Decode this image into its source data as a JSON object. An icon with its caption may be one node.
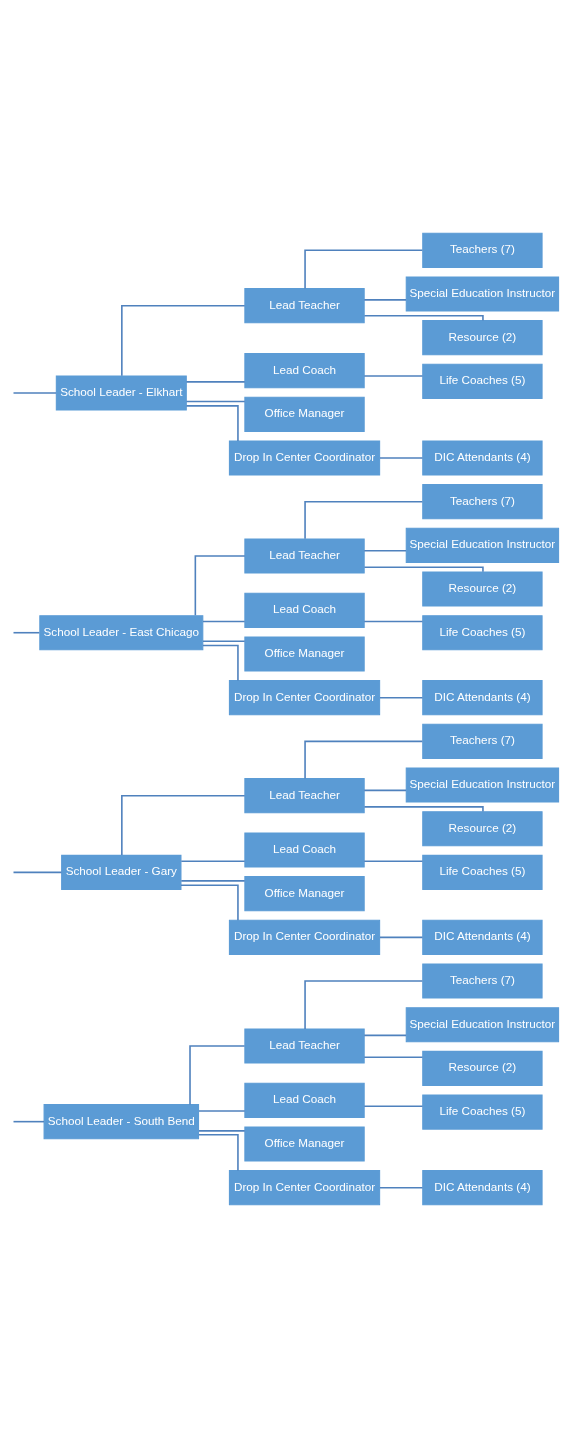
{
  "diagram": {
    "nodes": [
      {
        "text": [
          "School Leader - South Bend"
        ]
      },
      {
        "text": [
          "Lead Teacher"
        ]
      },
      {
        "text": [
          "Teachers (7)"
        ]
      },
      {
        "text": [
          "Special Education Instructor"
        ]
      },
      {
        "text": [
          "Resource (2)"
        ]
      },
      {
        "text": [
          "Lead Coach"
        ]
      },
      {
        "text": [
          "Life Coaches (5)"
        ]
      },
      {
        "text": [
          "Office Manager"
        ]
      },
      {
        "text": [
          "Drop In Center Coordinator"
        ]
      },
      {
        "text": [
          "DIC Attendants (4)"
        ]
      },
      {
        "text": [
          "School Leader - Gary"
        ]
      },
      {
        "text": [
          "Lead Teacher"
        ]
      },
      {
        "text": [
          "Teachers (7)"
        ]
      },
      {
        "text": [
          "Special Education Instructor"
        ]
      },
      {
        "text": [
          "Resource (2)"
        ]
      },
      {
        "text": [
          "Lead Coach"
        ]
      },
      {
        "text": [
          "Life Coaches (5)"
        ]
      },
      {
        "text": [
          "Office Manager"
        ]
      },
      {
        "text": [
          "Drop In Center Coordinator"
        ]
      },
      {
        "text": [
          "DIC Attendants (4)"
        ]
      },
      {
        "text": [
          "School Leader - East Chicago"
        ]
      },
      {
        "text": [
          "Lead Teacher"
        ]
      },
      {
        "text": [
          "Teachers (7)"
        ]
      },
      {
        "text": [
          "Special Education Instructor"
        ]
      },
      {
        "text": [
          "Resource (2)"
        ]
      },
      {
        "text": [
          "Lead Coach"
        ]
      },
      {
        "text": [
          "Life Coaches (5)"
        ]
      },
      {
        "text": [
          "Office Manager"
        ]
      },
      {
        "text": [
          "Drop In Center Coordinator"
        ]
      },
      {
        "text": [
          "DIC Attendants (4)"
        ]
      },
      {
        "text": [
          "School Leader - Elkhart"
        ]
      },
      {
        "text": [
          "Lead Teacher"
        ]
      },
      {
        "text": [
          "Teachers (7)"
        ]
      },
      {
        "text": [
          "Special Education Instructor"
        ]
      },
      {
        "text": [
          "Resource (2)"
        ]
      },
      {
        "text": [
          "Lead Coach"
        ]
      },
      {
        "text": [
          "Life Coaches (5)"
        ]
      },
      {
        "text": [
          "Office Manager"
        ]
      },
      {
        "text": [
          "Drop In Center Coordinator"
        ]
      },
      {
        "text": [
          "DIC Attendants (4)"
        ]
      }
    ],
    "edges": [
      {
        "from": null,
        "to": 0,
        "arrow": "none"
      },
      {
        "from": 0,
        "to": 1,
        "arrow": "none"
      },
      {
        "from": 1,
        "to": 2,
        "arrow": "none"
      },
      {
        "from": 1,
        "to": 3,
        "arrow": "none"
      },
      {
        "from": 1,
        "to": 4,
        "arrow": "none"
      },
      {
        "from": 0,
        "to": 5,
        "arrow": "none"
      },
      {
        "from": 5,
        "to": 6,
        "arrow": "none"
      },
      {
        "from": 0,
        "to": 7,
        "arrow": "none"
      },
      {
        "from": 0,
        "to": 8,
        "arrow": "none"
      },
      {
        "from": 8,
        "to": 9,
        "arrow": "none"
      },
      {
        "from": null,
        "to": 10,
        "arrow": "none"
      },
      {
        "from": 10,
        "to": 11,
        "arrow": "none"
      },
      {
        "from": 11,
        "to": 12,
        "arrow": "none"
      },
      {
        "from": 11,
        "to": 13,
        "arrow": "none"
      },
      {
        "from": 11,
        "to": 14,
        "arrow": "none"
      },
      {
        "from": 10,
        "to": 15,
        "arrow": "none"
      },
      {
        "from": 15,
        "to": 16,
        "arrow": "none"
      },
      {
        "from": 10,
        "to": 17,
        "arrow": "none"
      },
      {
        "from": 10,
        "to": 18,
        "arrow": "none"
      },
      {
        "from": 18,
        "to": 19,
        "arrow": "none"
      },
      {
        "from": null,
        "to": 20,
        "arrow": "none"
      },
      {
        "from": 20,
        "to": 21,
        "arrow": "none"
      },
      {
        "from": 21,
        "to": 22,
        "arrow": "none"
      },
      {
        "from": 21,
        "to": 23,
        "arrow": "none"
      },
      {
        "from": 21,
        "to": 24,
        "arrow": "none"
      },
      {
        "from": 20,
        "to": 25,
        "arrow": "none"
      },
      {
        "from": 25,
        "to": 26,
        "arrow": "none"
      },
      {
        "from": 20,
        "to": 27,
        "arrow": "none"
      },
      {
        "from": 20,
        "to": 28,
        "arrow": "none"
      },
      {
        "from": 28,
        "to": 29,
        "arrow": "none"
      },
      {
        "from": null,
        "to": 30,
        "arrow": "none"
      },
      {
        "from": 30,
        "to": 31,
        "arrow": "none"
      },
      {
        "from": 31,
        "to": 32,
        "arrow": "none"
      },
      {
        "from": 31,
        "to": 33,
        "arrow": "none"
      },
      {
        "from": 31,
        "to": 34,
        "arrow": "none"
      },
      {
        "from": 30,
        "to": 35,
        "arrow": "none"
      },
      {
        "from": 35,
        "to": 36,
        "arrow": "none"
      },
      {
        "from": 30,
        "to": 37,
        "arrow": "none"
      },
      {
        "from": 30,
        "to": 38,
        "arrow": "none"
      },
      {
        "from": 38,
        "to": 39,
        "arrow": "none"
      }
    ]
  }
}
